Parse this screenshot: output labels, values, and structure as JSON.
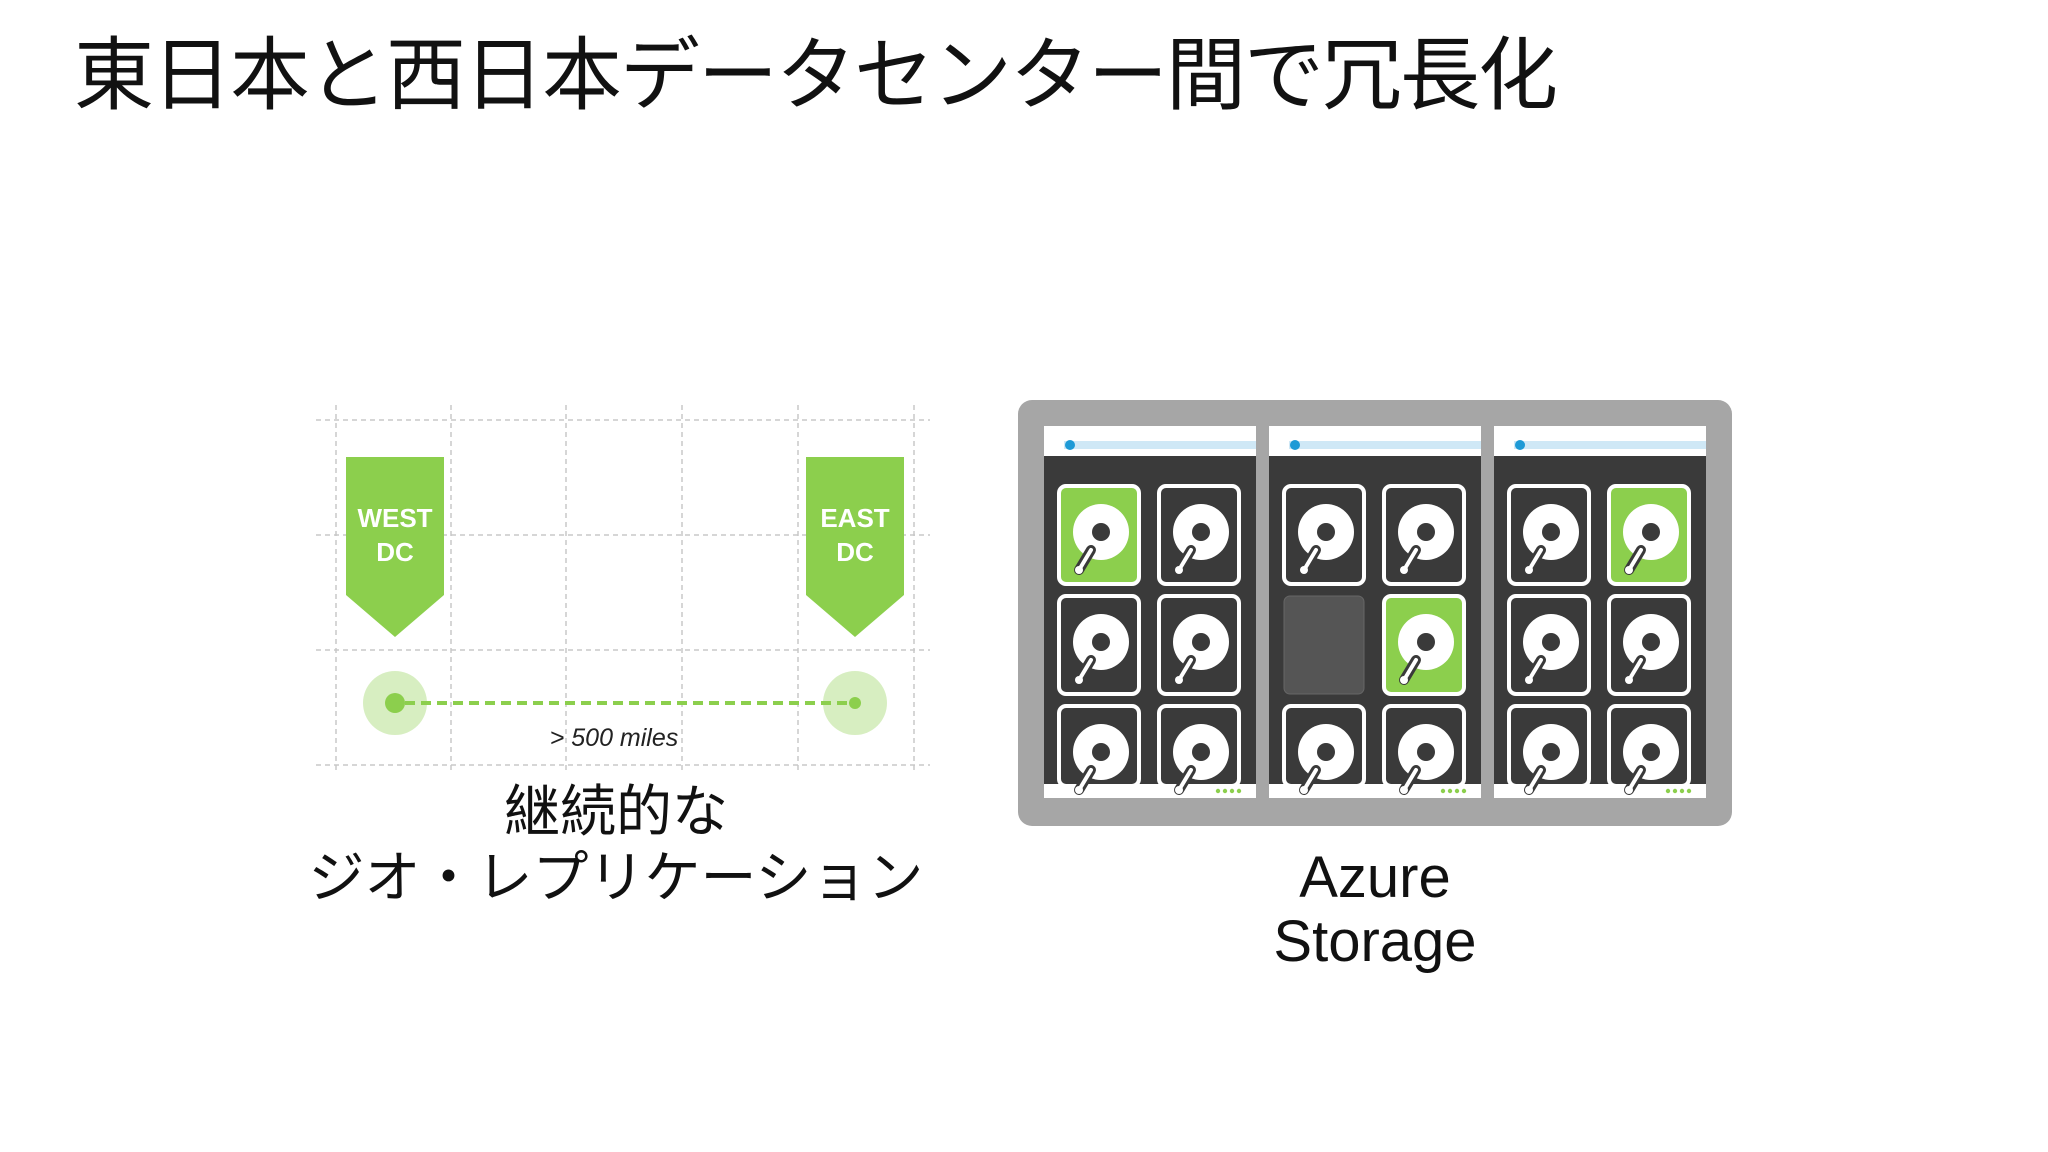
{
  "slide": {
    "title": "東日本と西日本データセンター間で冗長化"
  },
  "geo_replication": {
    "west_marker": {
      "line1": "WEST",
      "line2": "DC"
    },
    "east_marker": {
      "line1": "EAST",
      "line2": "DC"
    },
    "distance_label": "> 500 miles",
    "caption_line1": "継続的な",
    "caption_line2": "ジオ・レプリケーション",
    "accent_color": "#8ccf4d"
  },
  "storage": {
    "caption_line1": "Azure",
    "caption_line2": "Storage",
    "rack_count": 3,
    "frame_color": "#a6a6a6",
    "panel_color": "#3a3a3a",
    "disk_highlight_color": "#8ccf4d",
    "header_accent_color": "#1e9ad6",
    "icons": [
      "hard-disk-icon",
      "empty-slot-icon"
    ]
  }
}
